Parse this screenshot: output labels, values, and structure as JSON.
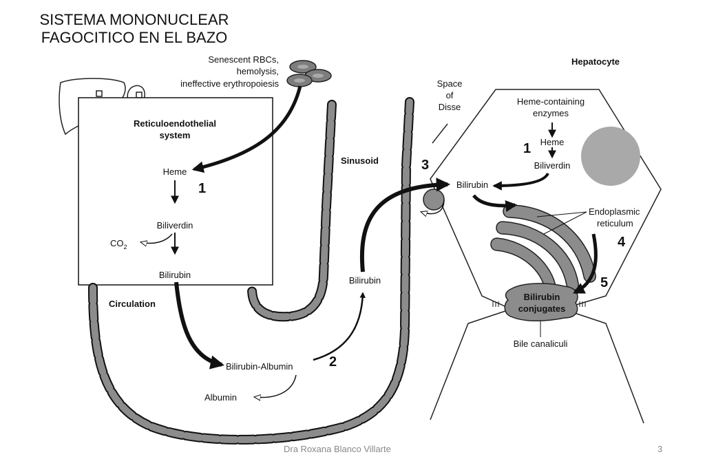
{
  "title": {
    "line1": "SISTEMA MONONUCLEAR",
    "line2": "FAGOCITICO EN EL BAZO"
  },
  "labels": {
    "senescent1": "Senescent RBCs,",
    "senescent2": "hemolysis,",
    "senescent3": "ineffective erythropoiesis",
    "res1": "Reticuloendothelial",
    "res2": "system",
    "heme_left": "Heme",
    "biliverdin_left": "Biliverdin",
    "co2": "CO",
    "co2_sub": "2",
    "bilirubin_left": "Bilirubin",
    "circulation": "Circulation",
    "bilirubin_albumin": "Bilirubin-Albumin",
    "albumin": "Albumin",
    "bilirubin_mid": "Bilirubin",
    "sinusoid": "Sinusoid",
    "space1": "Space",
    "space2": "of",
    "space3": "Disse",
    "hepatocyte": "Hepatocyte",
    "heme_enz1": "Heme-containing",
    "heme_enz2": "enzymes",
    "heme_right": "Heme",
    "biliverdin_right": "Biliverdin",
    "bilirubin_right": "Bilirubin",
    "er1": "Endoplasmic",
    "er2": "reticulum",
    "conj1": "Bilirubin",
    "conj2": "conjugates",
    "bile_canaliculi": "Bile canaliculi"
  },
  "steps": {
    "s1_left": "1",
    "s1_right": "1",
    "s2": "2",
    "s3": "3",
    "s4": "4",
    "s5": "5"
  },
  "footer": {
    "author": "Dra Roxana Blanco Villarte",
    "page": "3"
  },
  "colors": {
    "cell_fill": "#8c8c8c",
    "nucleus_fill": "#a9a9a9",
    "line": "#111111"
  }
}
